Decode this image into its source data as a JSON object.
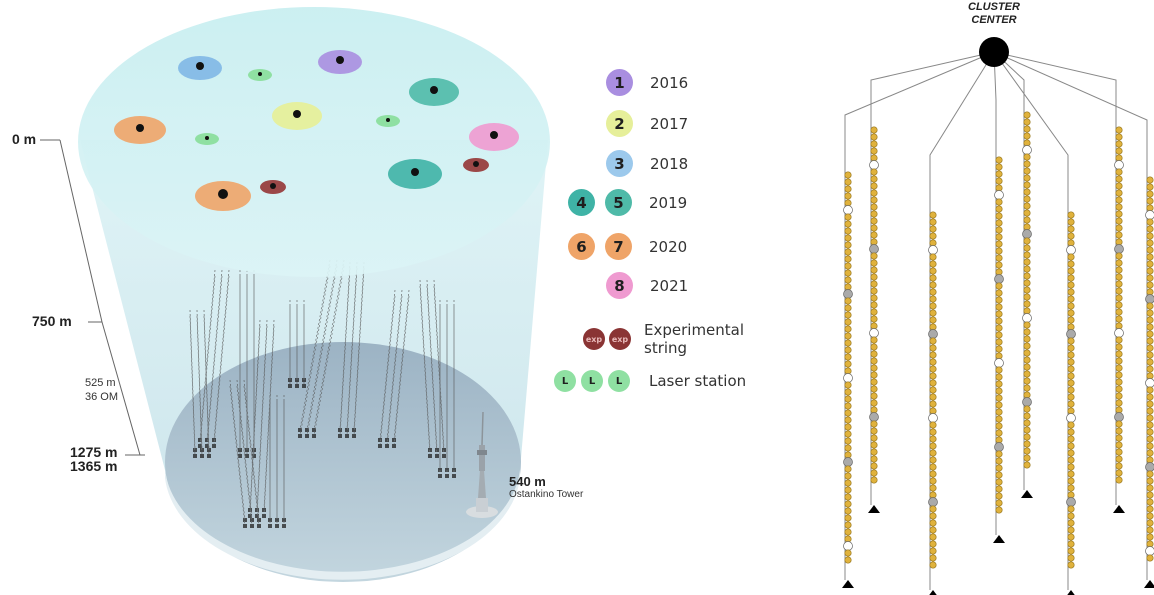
{
  "depth_scale": {
    "top": "0 m",
    "middle": "750 m",
    "string_length": "525 m",
    "om_count": "36 OM",
    "bottom_upper": "1275 m",
    "bottom_lower": "1365 m"
  },
  "tower": {
    "height": "540 m",
    "name": "Ostankino Tower"
  },
  "legend": {
    "items": [
      {
        "badges": [
          "1"
        ],
        "year": "2016",
        "colors": [
          "#a98ee0"
        ]
      },
      {
        "badges": [
          "2"
        ],
        "year": "2017",
        "colors": [
          "#e6ef9a"
        ]
      },
      {
        "badges": [
          "3"
        ],
        "year": "2018",
        "colors": [
          "#9cc9ec"
        ]
      },
      {
        "badges": [
          "4",
          "5"
        ],
        "year": "2019",
        "colors": [
          "#3fb3a6",
          "#4fbaa8"
        ]
      },
      {
        "badges": [
          "6",
          "7"
        ],
        "year": "2020",
        "colors": [
          "#efa468",
          "#efa468"
        ]
      },
      {
        "badges": [
          "8"
        ],
        "year": "2021",
        "colors": [
          "#ef9ad0"
        ]
      }
    ],
    "experimental": {
      "badges": [
        "exp",
        "exp"
      ],
      "label_line1": "Experimental",
      "label_line2": "string",
      "color": "#8a3434"
    },
    "laser": {
      "badges": [
        "L",
        "L",
        "L"
      ],
      "label": "Laser station",
      "color": "#8fe0a2"
    }
  },
  "cluster": {
    "label_line1": "CLUSTER",
    "label_line2": "CENTER"
  }
}
